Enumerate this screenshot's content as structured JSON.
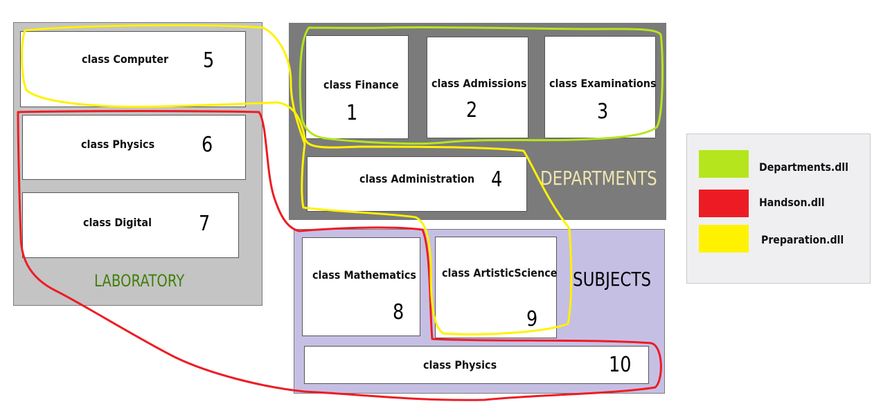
{
  "laboratory": {
    "title": "LABORATORY",
    "classes": [
      {
        "label": "class Computer",
        "number": "5"
      },
      {
        "label": "class Physics",
        "number": "6"
      },
      {
        "label": "class Digital",
        "number": "7"
      }
    ]
  },
  "departments": {
    "title": "DEPARTMENTS",
    "classes": [
      {
        "label": "class Finance",
        "number": "1"
      },
      {
        "label": "class Admissions",
        "number": "2"
      },
      {
        "label": "class Examinations",
        "number": "3"
      },
      {
        "label": "class Administration",
        "number": "4"
      }
    ]
  },
  "subjects": {
    "title": "SUBJECTS",
    "classes": [
      {
        "label": "class Mathematics",
        "number": "8"
      },
      {
        "label": "class ArtisticScience",
        "number": "9"
      },
      {
        "label": "class Physics",
        "number": "10"
      }
    ]
  },
  "legend": {
    "items": [
      {
        "label": "Departments.dll",
        "color": "#b5e61d"
      },
      {
        "label": "Handson.dll",
        "color": "#ed1c24"
      },
      {
        "label": "Preparation.dll",
        "color": "#fff200"
      }
    ]
  },
  "colors": {
    "laboratory_title": "#3f7f0a",
    "departments_title": "#efe4b0",
    "subjects_title": "#000000"
  }
}
